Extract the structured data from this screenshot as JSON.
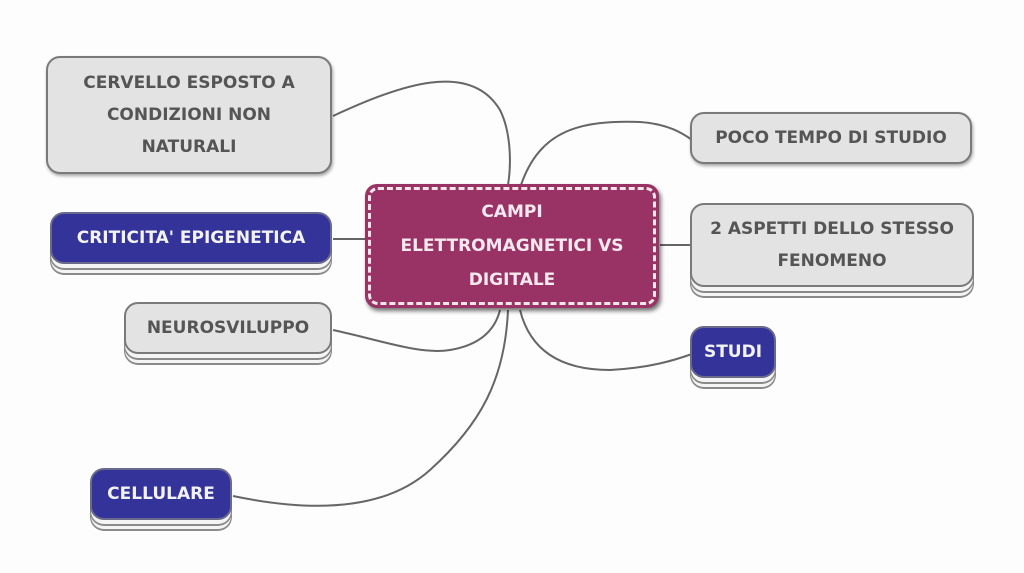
{
  "central": {
    "label": "CAMPI ELETTROMAGNETICI VS DIGITALE",
    "lines": [
      "CAMPI",
      "ELETTROMAGNETICI VS",
      "DIGITALE"
    ],
    "color": "#993366"
  },
  "colors": {
    "grey_node": "#e3e3e3",
    "blue_node": "#343399",
    "connector": "#666666"
  },
  "nodes": [
    {
      "id": "cervello",
      "lines": [
        "CERVELLO ESPOSTO A",
        "CONDIZIONI NON",
        "NATURALI"
      ],
      "style": "grey",
      "side": "left"
    },
    {
      "id": "criticita",
      "lines": [
        "CRITICITA' EPIGENETICA"
      ],
      "style": "blue",
      "side": "left"
    },
    {
      "id": "neurosviluppo",
      "lines": [
        "NEUROSVILUPPO"
      ],
      "style": "grey",
      "side": "left"
    },
    {
      "id": "cellulare",
      "lines": [
        "CELLULARE"
      ],
      "style": "blue",
      "side": "left"
    },
    {
      "id": "poco-tempo",
      "lines": [
        "POCO TEMPO DI STUDIO"
      ],
      "style": "grey",
      "side": "right"
    },
    {
      "id": "aspetti",
      "lines": [
        "2 ASPETTI DELLO STESSO",
        "FENOMENO"
      ],
      "style": "grey",
      "side": "right"
    },
    {
      "id": "studi",
      "lines": [
        "STUDI"
      ],
      "style": "blue",
      "side": "right"
    }
  ]
}
